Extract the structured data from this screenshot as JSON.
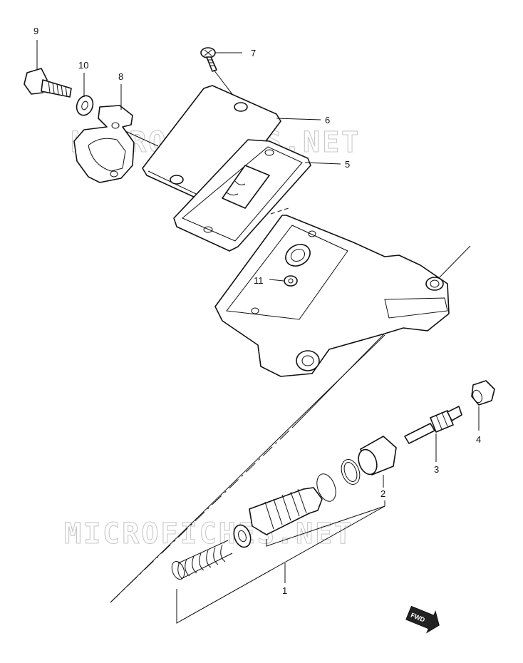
{
  "watermark": "MICROFICHES.NET",
  "fwd_mark": "FWD",
  "parts": [
    {
      "ref": "1"
    },
    {
      "ref": "2"
    },
    {
      "ref": "3"
    },
    {
      "ref": "4"
    },
    {
      "ref": "5"
    },
    {
      "ref": "6"
    },
    {
      "ref": "7"
    },
    {
      "ref": "8"
    },
    {
      "ref": "9"
    },
    {
      "ref": "10"
    },
    {
      "ref": "11"
    }
  ]
}
